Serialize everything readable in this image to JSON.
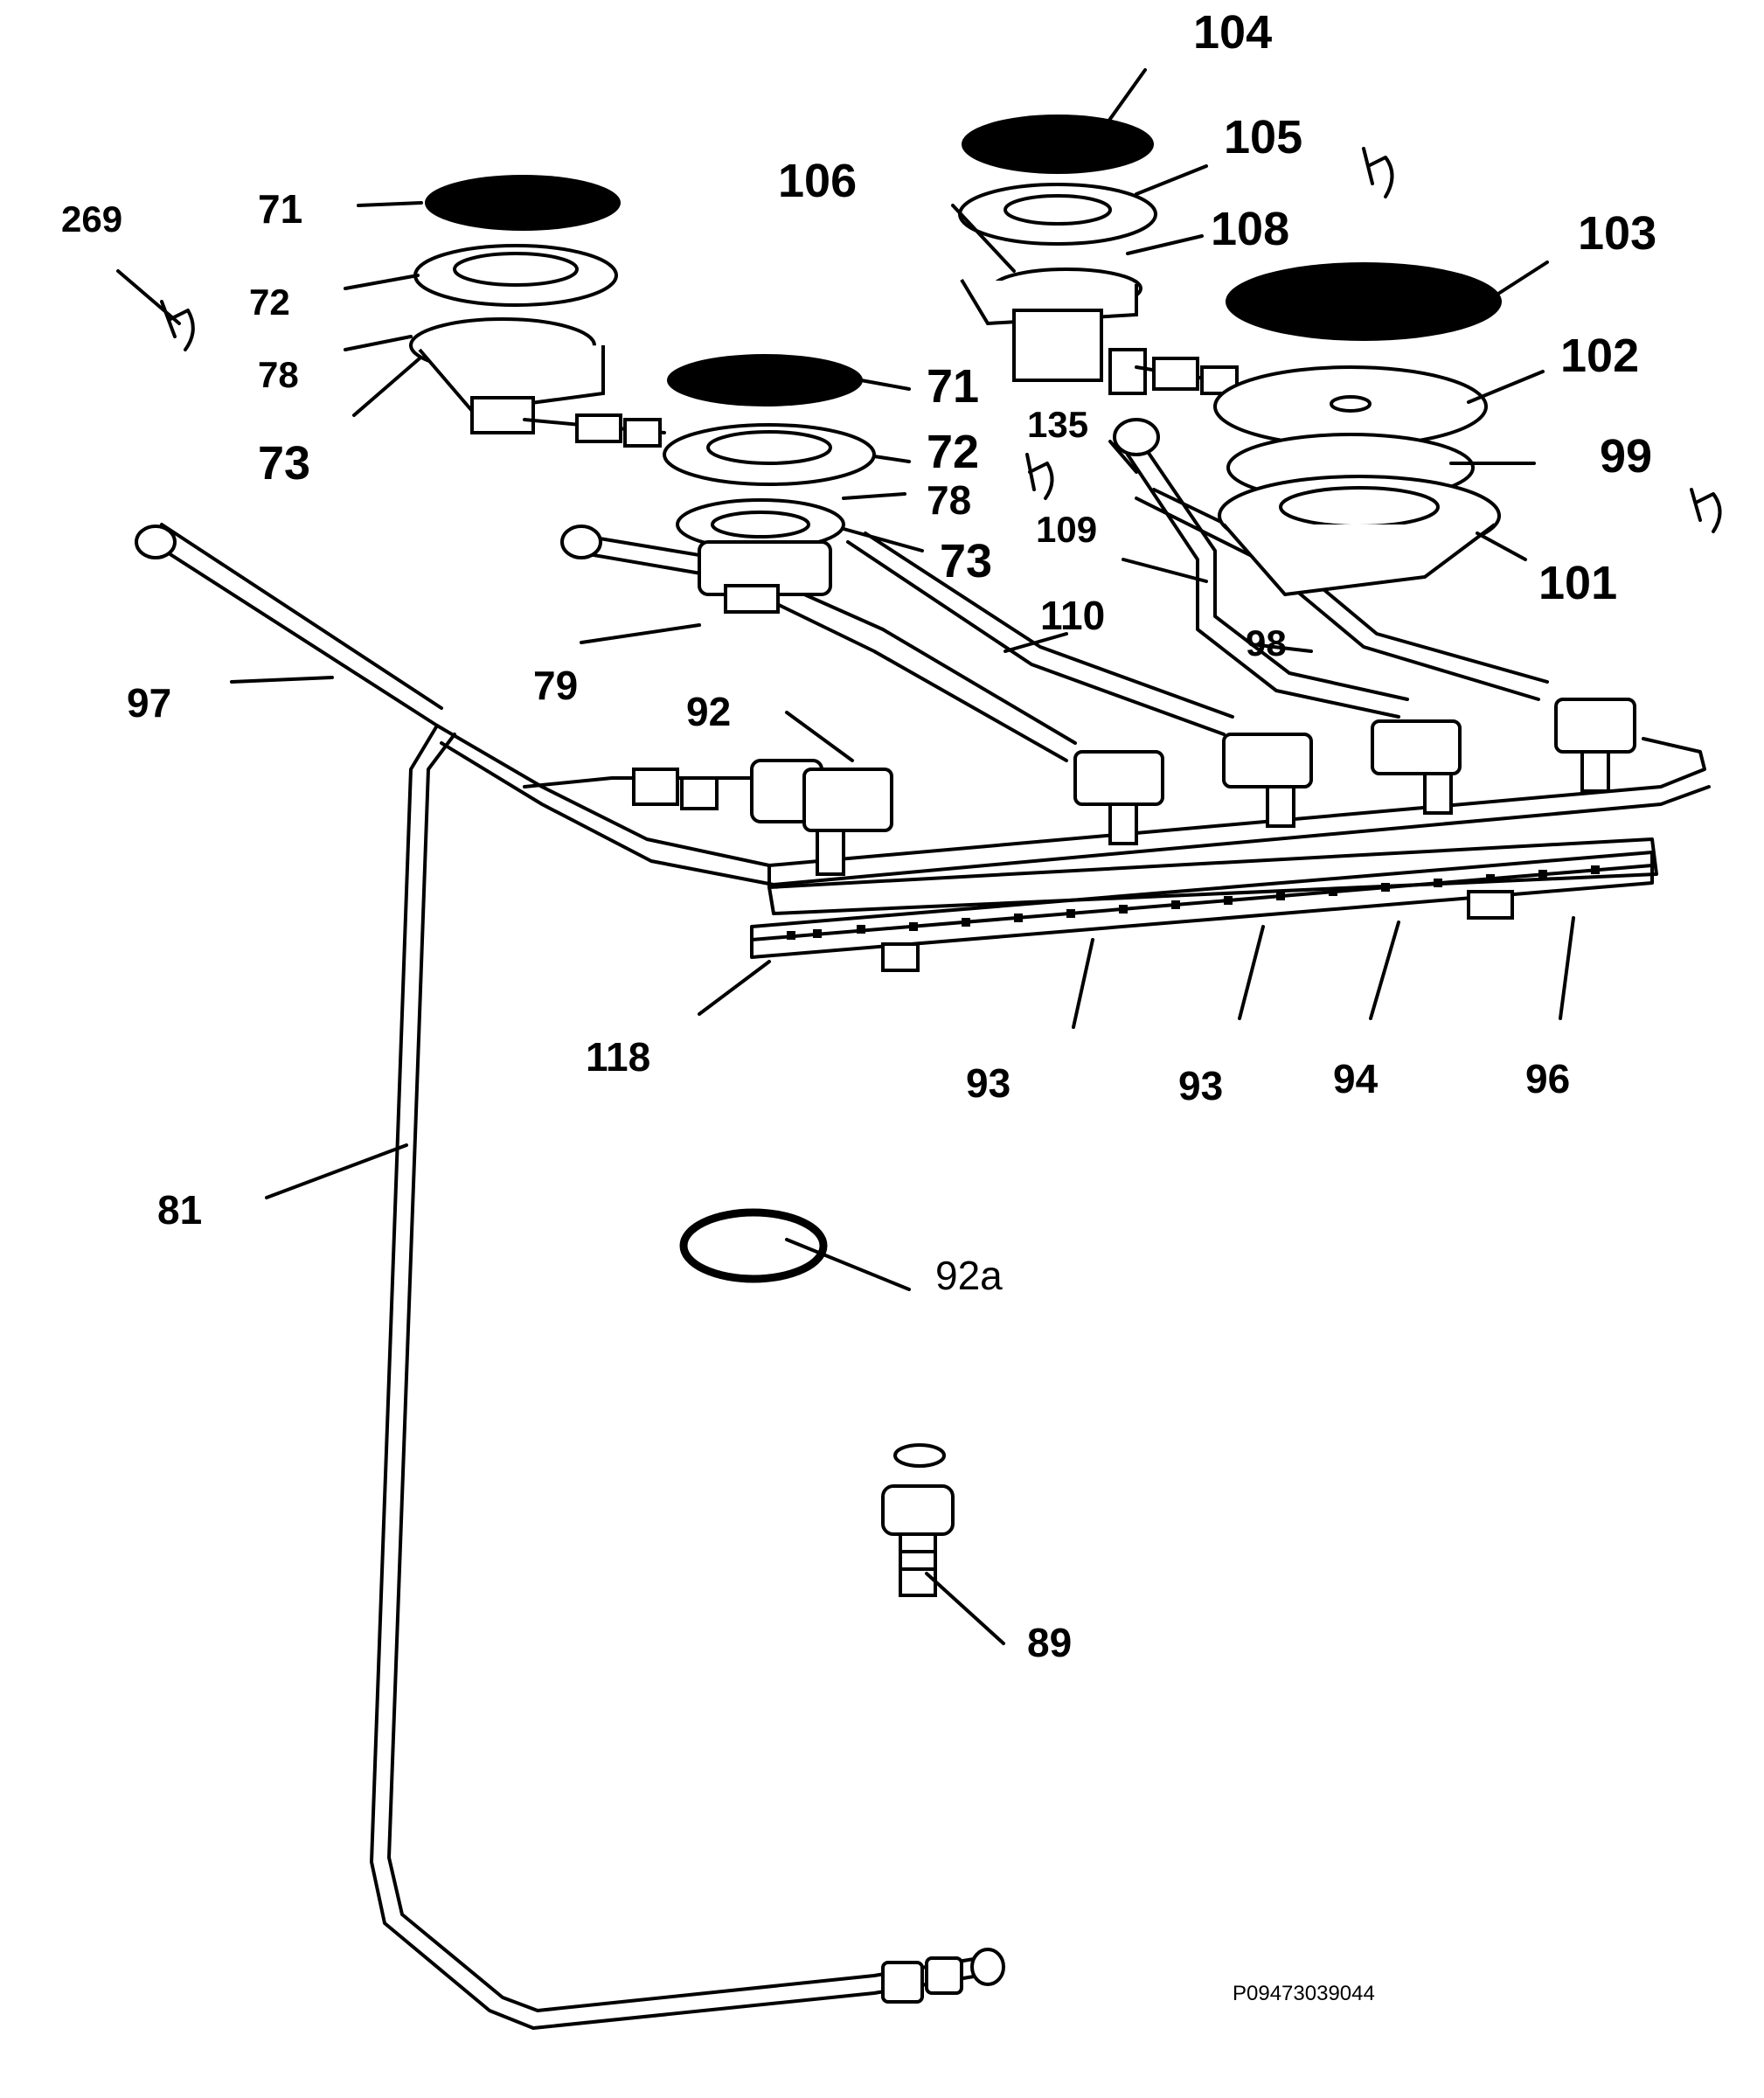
{
  "drawing_reference": "P09473039044",
  "callouts": [
    {
      "id": "104",
      "text": "104"
    },
    {
      "id": "105",
      "text": "105"
    },
    {
      "id": "106",
      "text": "106"
    },
    {
      "id": "108",
      "text": "108"
    },
    {
      "id": "103",
      "text": "103"
    },
    {
      "id": "102",
      "text": "102"
    },
    {
      "id": "99",
      "text": "99"
    },
    {
      "id": "101",
      "text": "101"
    },
    {
      "id": "135",
      "text": "135"
    },
    {
      "id": "109",
      "text": "109"
    },
    {
      "id": "98",
      "text": "98"
    },
    {
      "id": "110",
      "text": "110"
    },
    {
      "id": "269",
      "text": "269"
    },
    {
      "id": "71a",
      "text": "71"
    },
    {
      "id": "72a",
      "text": "72"
    },
    {
      "id": "78a",
      "text": "78"
    },
    {
      "id": "73a",
      "text": "73"
    },
    {
      "id": "71b",
      "text": "71"
    },
    {
      "id": "72b",
      "text": "72"
    },
    {
      "id": "78b",
      "text": "78"
    },
    {
      "id": "73b",
      "text": "73"
    },
    {
      "id": "97",
      "text": "97"
    },
    {
      "id": "79",
      "text": "79"
    },
    {
      "id": "92",
      "text": "92"
    },
    {
      "id": "118",
      "text": "118"
    },
    {
      "id": "93a",
      "text": "93"
    },
    {
      "id": "93b",
      "text": "93"
    },
    {
      "id": "94",
      "text": "94"
    },
    {
      "id": "96",
      "text": "96"
    },
    {
      "id": "81",
      "text": "81"
    },
    {
      "id": "92a",
      "text": "92a"
    },
    {
      "id": "89",
      "text": "89"
    }
  ]
}
